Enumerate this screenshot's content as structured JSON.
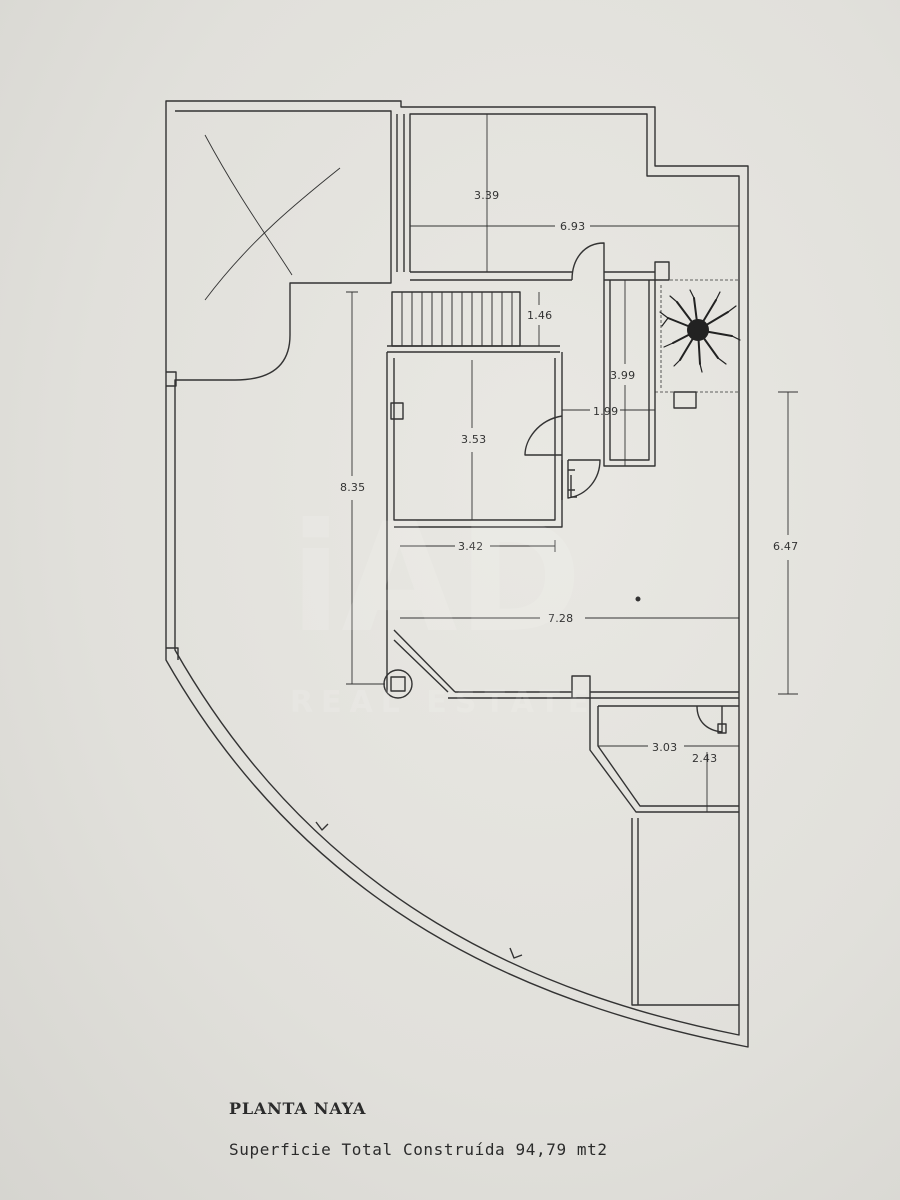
{
  "plan": {
    "title": "PLANTA NAYA",
    "subtitle": "Superficie Total Construída 94,79 mt2",
    "watermark": {
      "logo_letters": "iAD",
      "tagline": "REAL ESTATE"
    },
    "dimensions": {
      "d339": "3.39",
      "d693": "6.93",
      "d146": "1.46",
      "d399": "3.99",
      "d199": "1.99",
      "d353": "3.53",
      "d835": "8.35",
      "d342": "3.42",
      "d647": "6.47",
      "d728": "7.28",
      "d303": "3.03",
      "d243": "2.43"
    },
    "symbols": {
      "tree": "tree-symbol",
      "column": "round-column-symbol",
      "stairs": "staircase-symbol"
    },
    "colors": {
      "paper": "#e3e2dd",
      "ink": "#333333"
    }
  }
}
